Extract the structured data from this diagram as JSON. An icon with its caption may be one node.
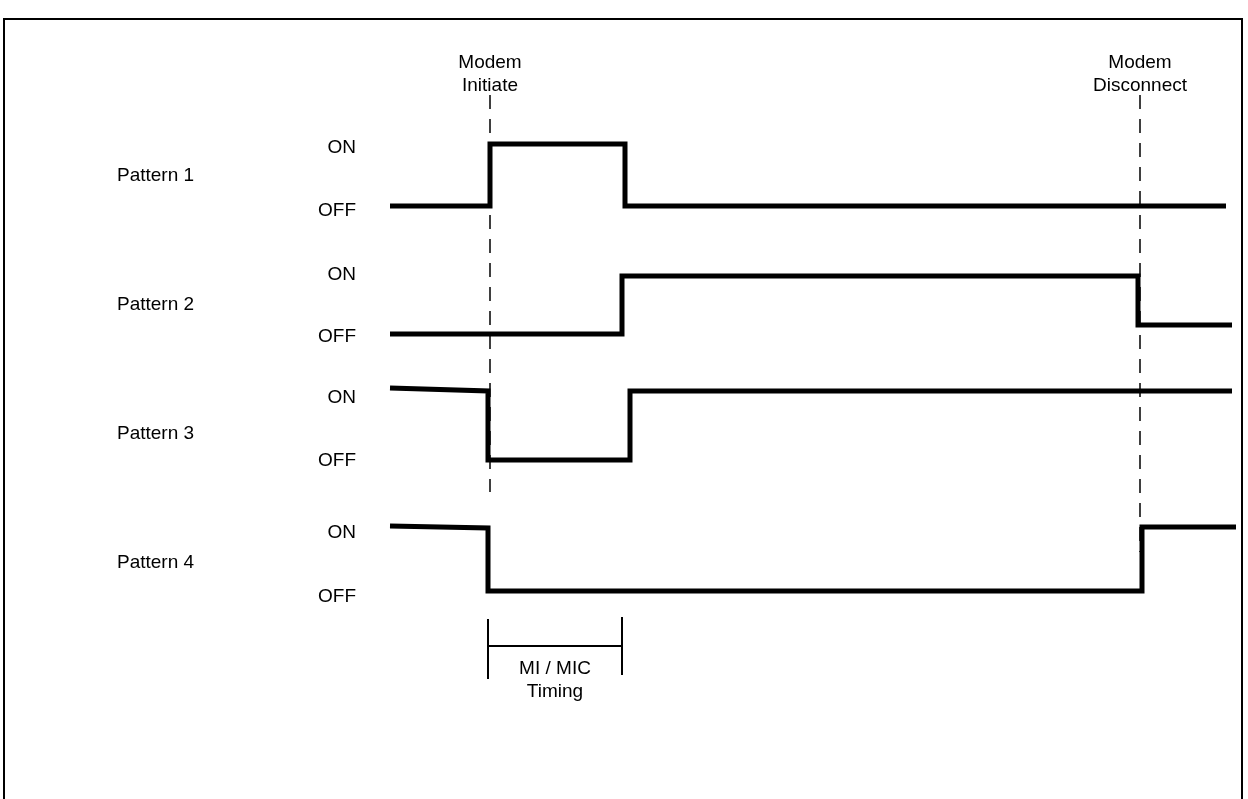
{
  "diagram": {
    "labels": [
      "Modem Initiate",
      "Modem Disconnect",
      "Pattern 1",
      "ON",
      "OFF",
      "Pattern 2",
      "ON",
      "OFF",
      "Pattern 3",
      "ON",
      "OFF",
      "Pattern 4",
      "ON",
      "OFF",
      "MI / MIC Timing"
    ]
  }
}
